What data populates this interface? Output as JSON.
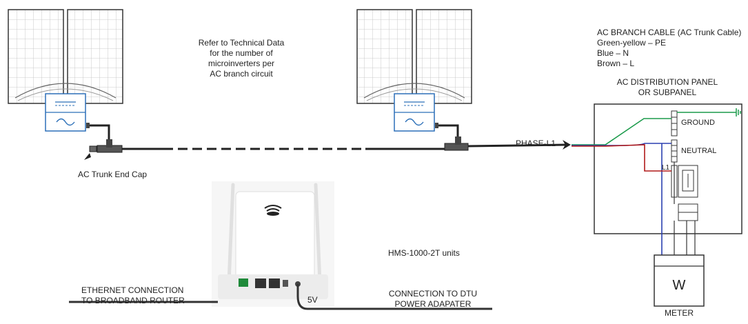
{
  "notes": {
    "technical_data": [
      "Refer to Technical Data",
      "for the number of",
      "microinverters per",
      "AC branch circuit"
    ],
    "units": "HMS-1000-2T units"
  },
  "cable": {
    "title": "AC BRANCH CABLE (AC Trunk Cable)",
    "wires": [
      "Green-yellow – PE",
      "Blue – N",
      "Brown – L"
    ]
  },
  "panel": {
    "title": [
      "AC DISTRIBUTION PANEL",
      "OR SUBPANEL"
    ],
    "ground": "GROUND",
    "neutral": "NEUTRAL",
    "l1": "L1"
  },
  "labels": {
    "end_cap": "AC Trunk End Cap",
    "phase": "PHASE-L1",
    "ethernet": [
      "ETHERNET CONNECTION",
      "TO BROADBAND ROUTER"
    ],
    "power": [
      "CONNECTION TO DTU",
      "POWER ADAPATER"
    ],
    "voltage": "5V",
    "meter_symbol": "W",
    "meter": "METER"
  },
  "colors": {
    "inverter_blue": "#2b6fb8",
    "ground_green": "#1a9a4a",
    "neutral_blue": "#2a3fb0",
    "line_red": "#b01818"
  }
}
